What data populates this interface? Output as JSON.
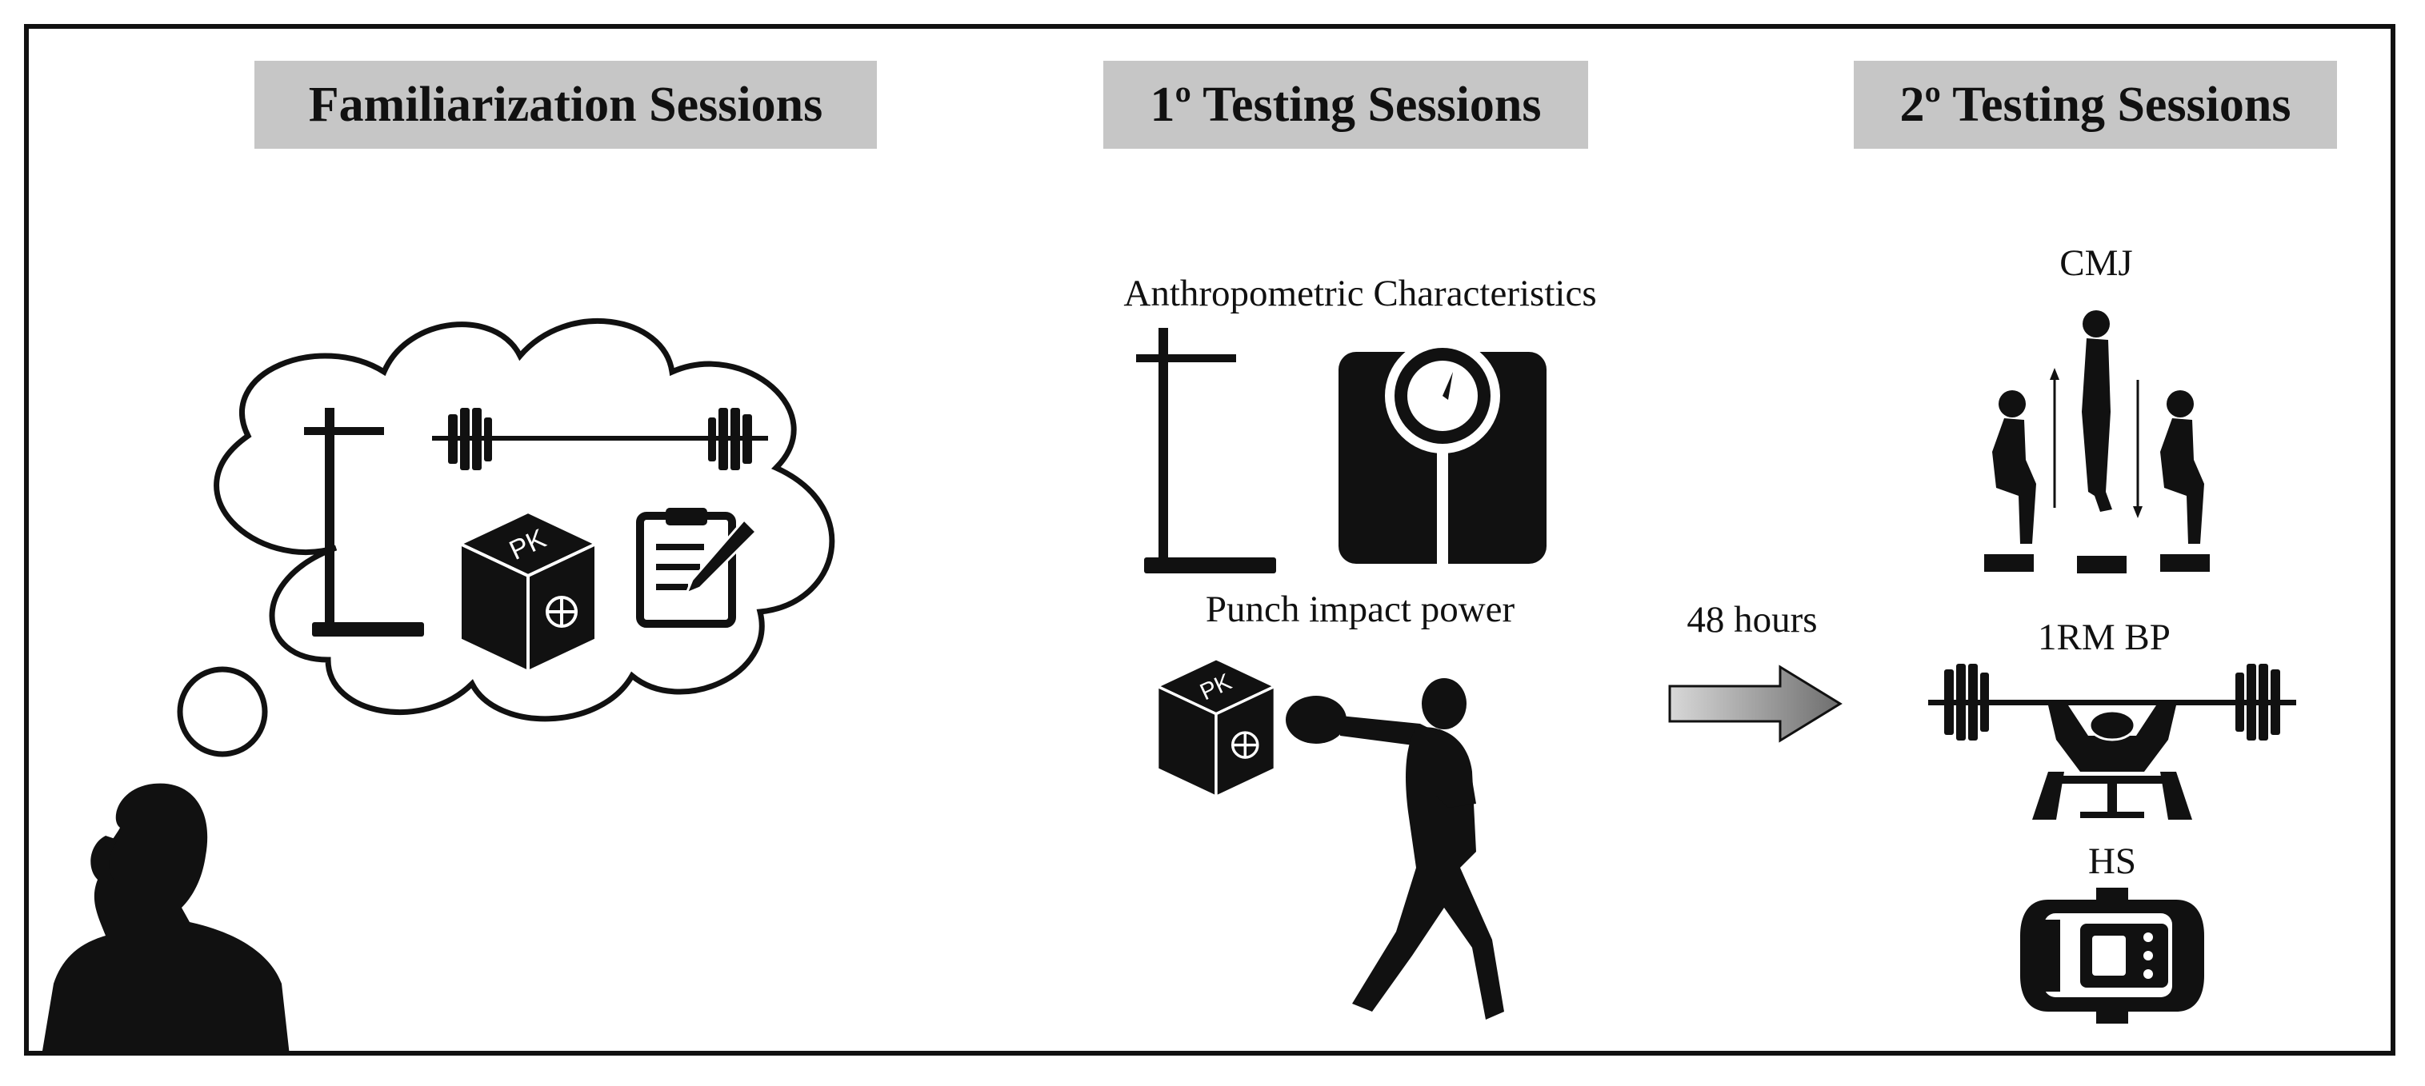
{
  "headers": {
    "familiarization": "Familiarization Sessions",
    "testing1": "1º Testing Sessions",
    "testing2": "2º Testing Sessions"
  },
  "labels": {
    "anthropometric": "Anthropometric Characteristics",
    "punch": "Punch impact power",
    "interval": "48 hours",
    "cmj": "CMJ",
    "bench": "1RM BP",
    "handgrip": "HS"
  },
  "device_text": "PK",
  "colors": {
    "header_bg": "#c6c6c6",
    "arrow_light": "#d8d8d8",
    "arrow_dark": "#6e6e6e",
    "ink": "#111111"
  },
  "icons": [
    "thinking-person-icon",
    "thought-cloud-icon",
    "stadiometer-icon",
    "barbell-icon",
    "pk-device-icon",
    "clipboard-icon",
    "weighing-scale-icon",
    "boxer-icon",
    "right-arrow-icon",
    "cmj-jump-icon",
    "bench-press-icon",
    "hand-dynamometer-icon"
  ]
}
